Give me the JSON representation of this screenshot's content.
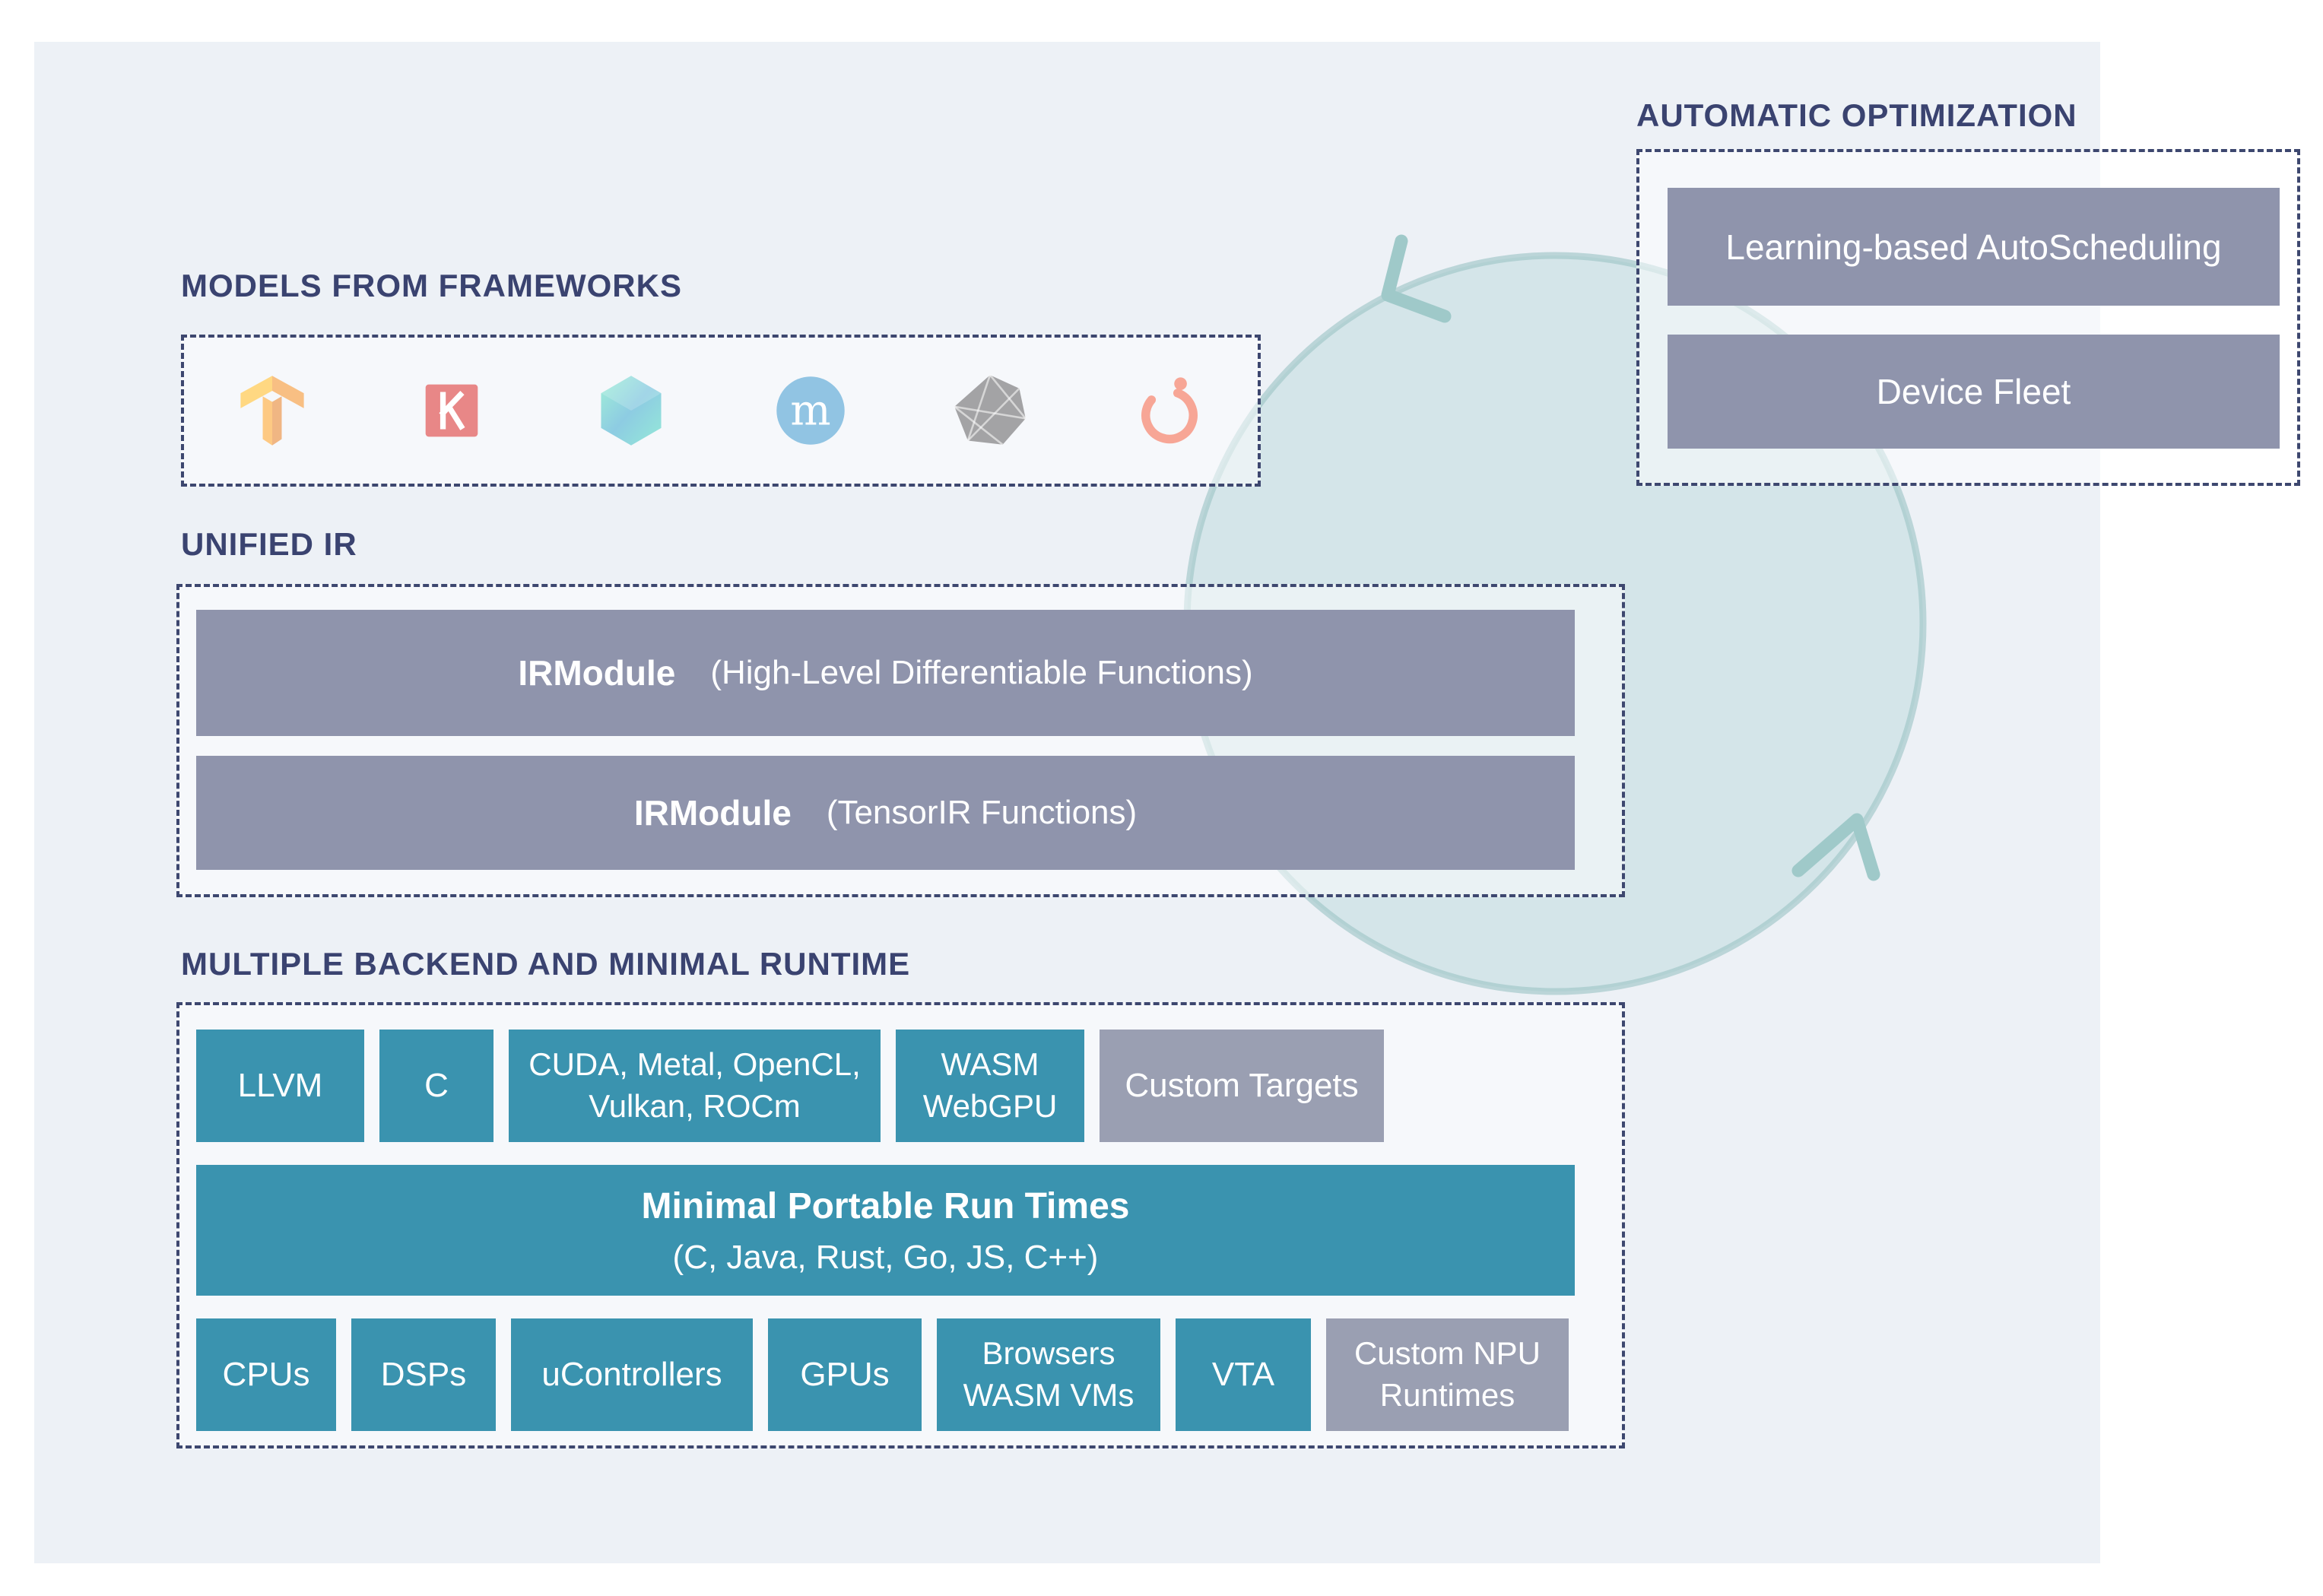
{
  "colors": {
    "canvas_bg": "#ffffff",
    "panel_bg": "#edf1f6",
    "label_navy": "#3a4370",
    "dashed_border": "#3d476f",
    "teal_box": "#3a93af",
    "gray_box": "#8f94ac",
    "gray_box_light": "#9a9fb2",
    "cycle_fill": "#bcd9db",
    "cycle_arrow": "#9fc9c9",
    "white_text": "#ffffff"
  },
  "frameworks": {
    "label": "MODELS FROM FRAMEWORKS",
    "icons": [
      {
        "name": "tensorflow-icon"
      },
      {
        "name": "keras-icon"
      },
      {
        "name": "coreml-icon"
      },
      {
        "name": "mxnet-icon"
      },
      {
        "name": "onnx-icon"
      },
      {
        "name": "pytorch-icon"
      }
    ]
  },
  "unified_ir": {
    "label": "UNIFIED IR",
    "bars": [
      {
        "title": "IRModule",
        "subtitle": "(High-Level Differentiable Functions)"
      },
      {
        "title": "IRModule",
        "subtitle": "(TensorIR Functions)"
      }
    ]
  },
  "backend": {
    "label": "MULTIPLE BACKEND AND MINIMAL RUNTIME",
    "targets_row": [
      {
        "label": "LLVM"
      },
      {
        "label": "C"
      },
      {
        "label": "CUDA, Metal, OpenCL,\nVulkan, ROCm"
      },
      {
        "label": "WASM\nWebGPU"
      },
      {
        "label": "Custom Targets",
        "variant": "gray"
      }
    ],
    "runtime_bar": {
      "title": "Minimal Portable Run Times",
      "subtitle": "(C, Java, Rust, Go, JS, C++)"
    },
    "hardware_row": [
      {
        "label": "CPUs"
      },
      {
        "label": "DSPs"
      },
      {
        "label": "uControllers"
      },
      {
        "label": "GPUs"
      },
      {
        "label": "Browsers\nWASM VMs"
      },
      {
        "label": "VTA"
      },
      {
        "label": "Custom NPU\nRuntimes",
        "variant": "gray"
      }
    ]
  },
  "auto_optimization": {
    "label": "AUTOMATIC OPTIMIZATION",
    "bars": [
      {
        "label": "Learning-based AutoScheduling"
      },
      {
        "label": "Device Fleet"
      }
    ]
  }
}
